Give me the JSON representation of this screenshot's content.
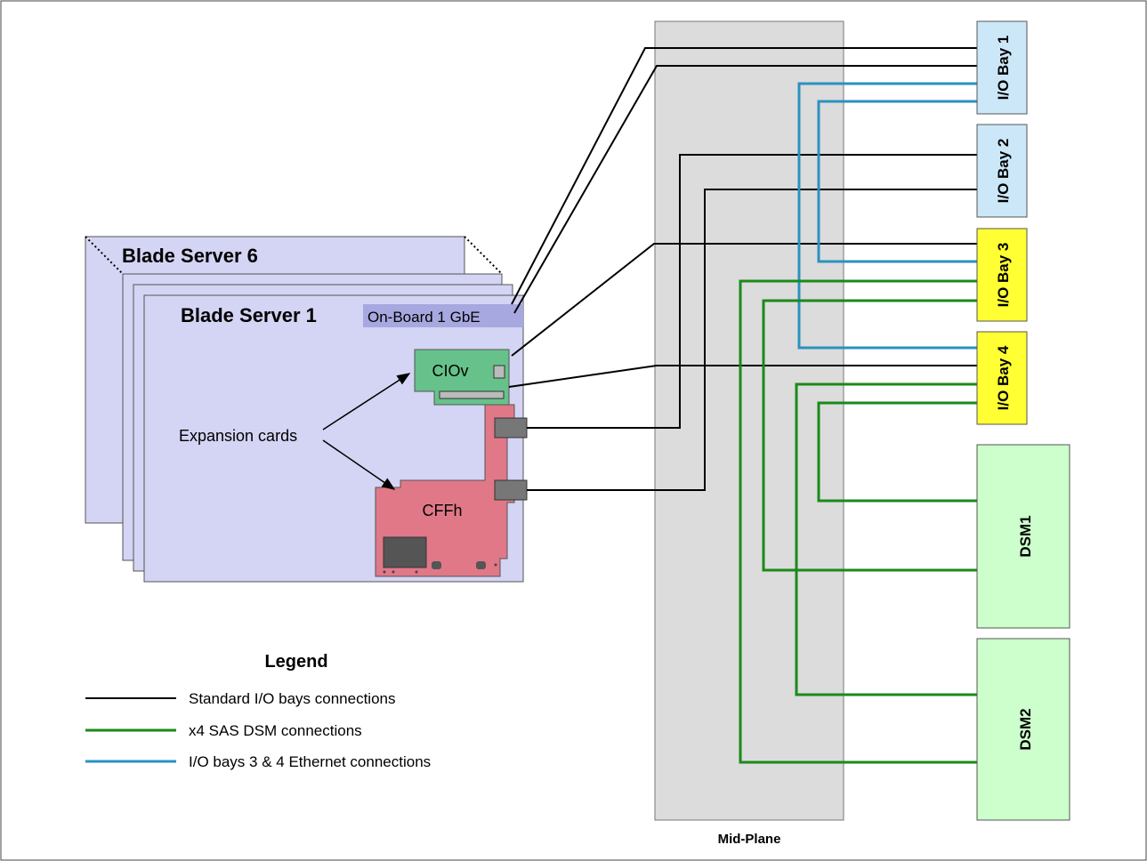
{
  "servers": {
    "back_title": "Blade Server 6",
    "front_title": "Blade Server 1",
    "onboard_label": "On-Board 1 GbE"
  },
  "cards": {
    "ciov": "CIOv",
    "cffh": "CFFh",
    "expansion_label": "Expansion cards"
  },
  "midplane": {
    "label": "Mid-Plane"
  },
  "io_bays": [
    {
      "label": "I/O Bay 1",
      "color": "#cce8f8"
    },
    {
      "label": "I/O Bay 2",
      "color": "#cce8f8"
    },
    {
      "label": "I/O Bay 3",
      "color": "#ffff33"
    },
    {
      "label": "I/O Bay 4",
      "color": "#ffff33"
    }
  ],
  "dsms": [
    {
      "label": "DSM1",
      "color": "#ccffcc"
    },
    {
      "label": "DSM2",
      "color": "#ccffcc"
    }
  ],
  "legend": {
    "title": "Legend",
    "items": [
      {
        "label": "Standard I/O bays connections",
        "color": "#000000"
      },
      {
        "label": "x4 SAS DSM connections",
        "color": "#1a8a1a"
      },
      {
        "label": "I/O bays 3 & 4 Ethernet connections",
        "color": "#2a92c0"
      }
    ]
  },
  "colors": {
    "server_fill": "#d4d4f4",
    "onboard_fill": "#a8a8e0",
    "ciov_fill": "#66c28a",
    "cffh_fill": "#e07888",
    "midplane_fill": "#dcdcdc"
  }
}
